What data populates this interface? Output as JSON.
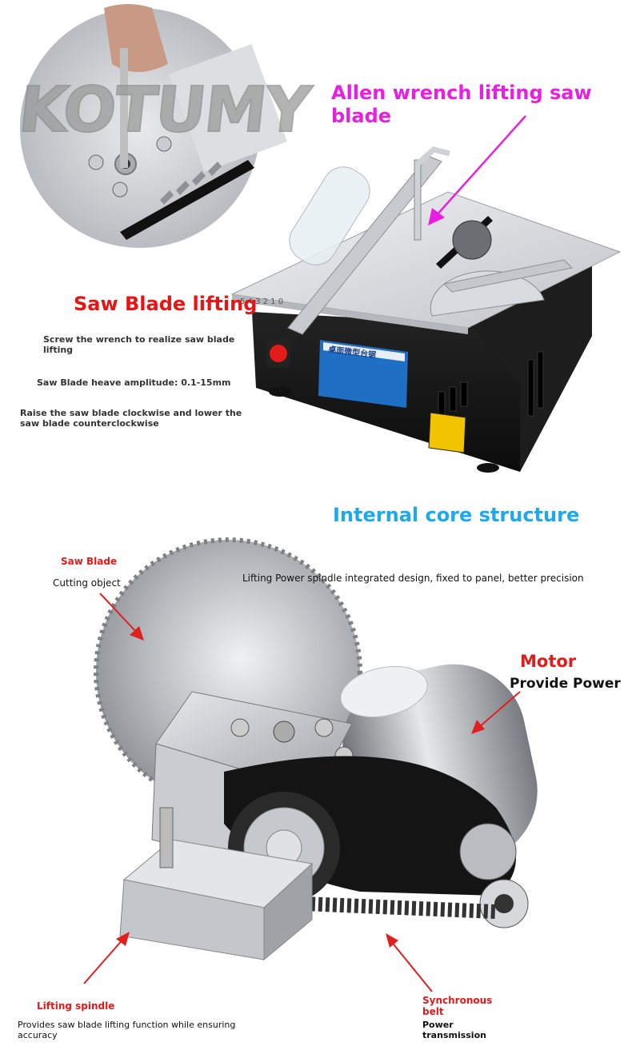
{
  "brand": {
    "watermark": "KOTUMY"
  },
  "top_section": {
    "heading_allen": "Allen wrench lifting saw blade",
    "heading_lifting": "Saw Blade lifting",
    "desc_1": "Screw the wrench to realize saw blade lifting",
    "desc_2": "Saw Blade heave amplitude: 0.1-15mm",
    "desc_3": "Raise the saw blade clockwise and lower the saw blade counterclockwise",
    "plate_text": "桌面微型台锯",
    "ruler_numbers": "5 4 3 2 1 0"
  },
  "bottom_section": {
    "heading": "Internal core structure",
    "saw_blade_label": "Saw Blade",
    "saw_blade_desc": "Cutting object",
    "spindle_design": "Lifting Power spindle integrated design, fixed to panel, better precision",
    "motor_label": "Motor",
    "motor_desc": "Provide Power",
    "lifting_spindle_label": "Lifting spindle",
    "lifting_spindle_desc": "Provides saw blade lifting function while ensuring accuracy",
    "belt_label": "Synchronous belt",
    "belt_desc": "Power transmission"
  },
  "colors": {
    "magenta": "#e81ee0",
    "red": "#e81414",
    "cyan": "#1fa8ea"
  }
}
